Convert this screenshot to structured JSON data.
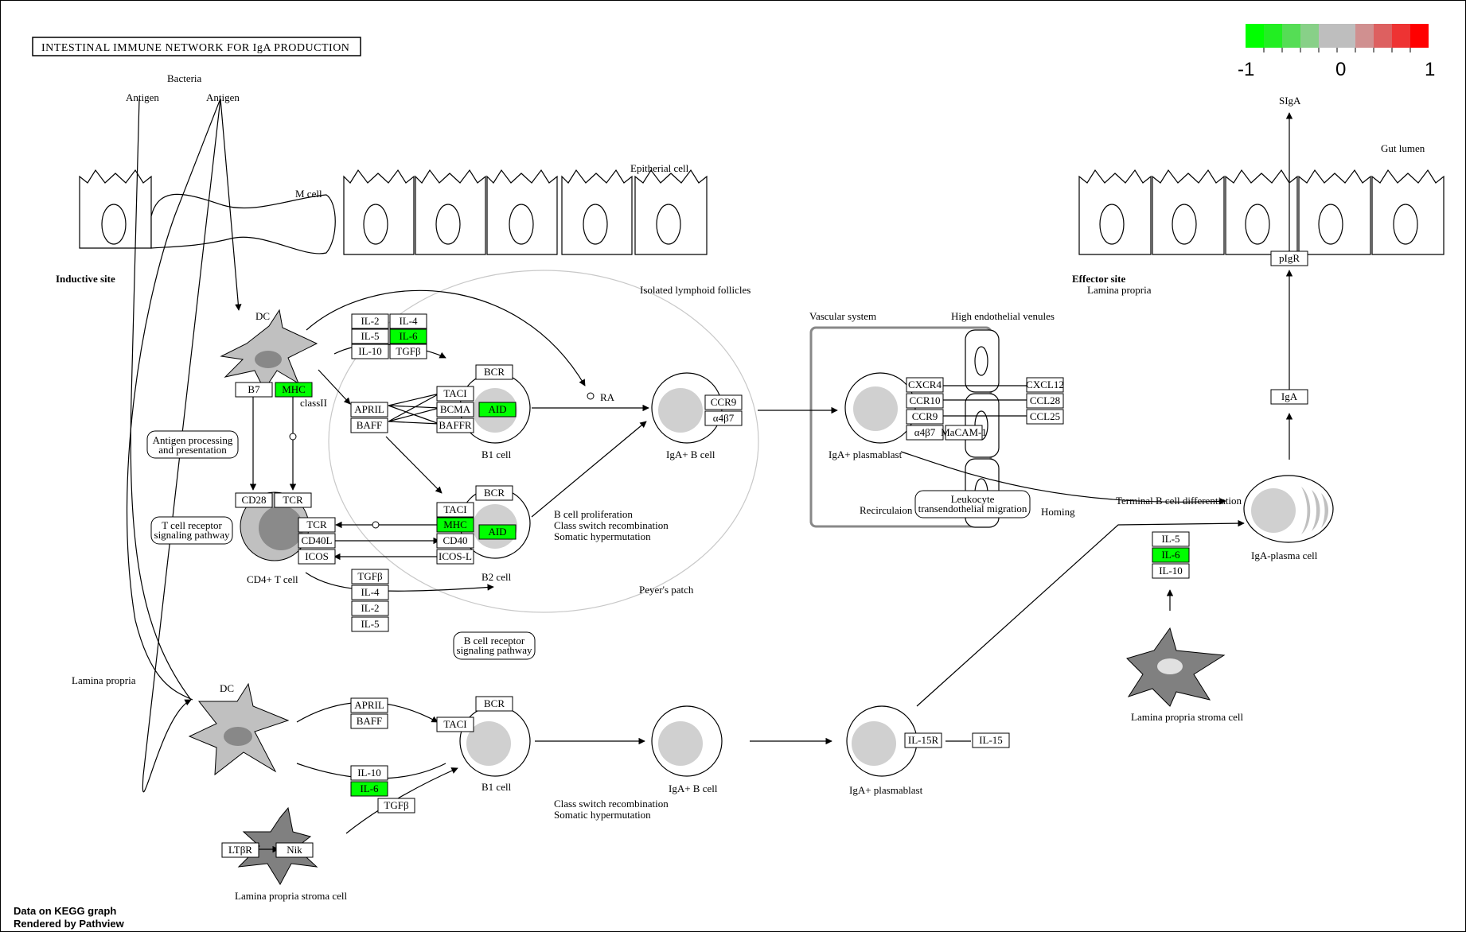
{
  "title": "INTESTINAL IMMUNE NETWORK FOR IgA PRODUCTION",
  "scale": {
    "labels": [
      "-1",
      "0",
      "1"
    ],
    "colors": [
      "#00ff00",
      "#22ee22",
      "#55dd55",
      "#88d088",
      "#bebebe",
      "#bebebe",
      "#d09090",
      "#dd6060",
      "#ee3333",
      "#ff0000"
    ]
  },
  "footer": {
    "line1": "Data on KEGG graph",
    "line2": "Rendered by Pathview"
  },
  "labels": {
    "bacteria": "Bacteria",
    "antigen1": "Antigen",
    "antigen2": "Antigen",
    "m_cell": "M cell",
    "epithelial_cell": "Epitherial cell",
    "inductive_site": "Inductive site",
    "dc_top": "DC",
    "class_ii": "classII",
    "isolated_follicles": "Isolated lymphoid follicles",
    "ra": "RA",
    "b1_cell_top": "B1 cell",
    "iga_b_cell_top": "IgA+ B cell",
    "b2_cell": "B2 cell",
    "cd4_t_cell": "CD4+ T cell",
    "b_cell_prolif_1": "B cell proliferation",
    "b_cell_prolif_2": "Class switch recombination",
    "b_cell_prolif_3": "Somatic hypermutation",
    "peyers_patch": "Peyer's patch",
    "lamina_propria_left": "Lamina propria",
    "dc_bottom": "DC",
    "b1_cell_bottom": "B1 cell",
    "iga_b_cell_bottom": "IgA+ B cell",
    "csr_bottom_1": "Class switch recombination",
    "csr_bottom_2": "Somatic hypermutation",
    "iga_plasmablast_bottom": "IgA+ plasmablast",
    "lp_stroma_left": "Lamina propria stroma cell",
    "vascular_system": "Vascular system",
    "hev": "High endothelial venules",
    "iga_plasmablast_top": "IgA+ plasmablast",
    "recirculation": "Recirculaion",
    "homing": "Homing",
    "terminal_b": "Terminal B cell differentiation",
    "iga_plasma_cell": "IgA-plasma cell",
    "lp_stroma_right": "Lamina propria stroma cell",
    "effector_site": "Effector site",
    "lamina_propria_right": "Lamina propria",
    "gut_lumen": "Gut lumen",
    "siga": "SIgA"
  },
  "pathways": {
    "antigen_processing": [
      "Antigen processing",
      "and presentation"
    ],
    "tcr_signaling": [
      "T cell receptor",
      "signaling pathway"
    ],
    "bcr_signaling": [
      "B cell receptor",
      "signaling pathway"
    ],
    "leukocyte_migration": [
      "Leukocyte",
      "transendothelial migration"
    ]
  },
  "genes": {
    "il2_a": "IL-2",
    "il4_a": "IL-4",
    "il5_a": "IL-5",
    "il6_a": "IL-6",
    "il10_a": "IL-10",
    "tgfb_a": "TGFβ",
    "b7": "B7",
    "mhc_dc": "MHC",
    "april_a": "APRIL",
    "baff_a": "BAFF",
    "bcr_b1": "BCR",
    "taci_b1": "TACI",
    "bcma": "BCMA",
    "baffr": "BAFFR",
    "aid_b1": "AID",
    "ccr9_a": "CCR9",
    "a4b7_a": "α4β7",
    "cd28": "CD28",
    "tcr_t": "TCR",
    "tcr_t2": "TCR",
    "cd40l": "CD40L",
    "icos": "ICOS",
    "bcr_b2": "BCR",
    "taci_b2": "TACI",
    "mhc_b2": "MHC",
    "aid_b2": "AID",
    "cd40": "CD40",
    "icosl": "ICOS-L",
    "tgfb_b": "TGFβ",
    "il4_b": "IL-4",
    "il2_b": "IL-2",
    "il5_b": "IL-5",
    "cxcr4": "CXCR4",
    "ccr10": "CCR10",
    "ccr9_b": "CCR9",
    "a4b7_b": "α4β7",
    "madcam": "MaCAM-1",
    "cxcl12": "CXCL12",
    "ccl28": "CCL28",
    "ccl25": "CCL25",
    "pigr": "pIgR",
    "iga": "IgA",
    "il5_c": "IL-5",
    "il6_c": "IL-6",
    "il10_c": "IL-10",
    "april_b": "APRIL",
    "baff_b": "BAFF",
    "bcr_b1b": "BCR",
    "taci_b1b": "TACI",
    "il10_b": "IL-10",
    "il6_b": "IL-6",
    "tgfb_c": "TGFβ",
    "il15r": "IL-15R",
    "il15": "IL-15",
    "ltbr": "LTβR",
    "nik": "Nik"
  },
  "highlight_colors": {
    "default": "#ffffff",
    "down": "#00ff00"
  },
  "highlighted_genes": [
    "il6_a",
    "mhc_dc",
    "aid_b1",
    "mhc_b2",
    "aid_b2",
    "il6_b",
    "il6_c"
  ]
}
